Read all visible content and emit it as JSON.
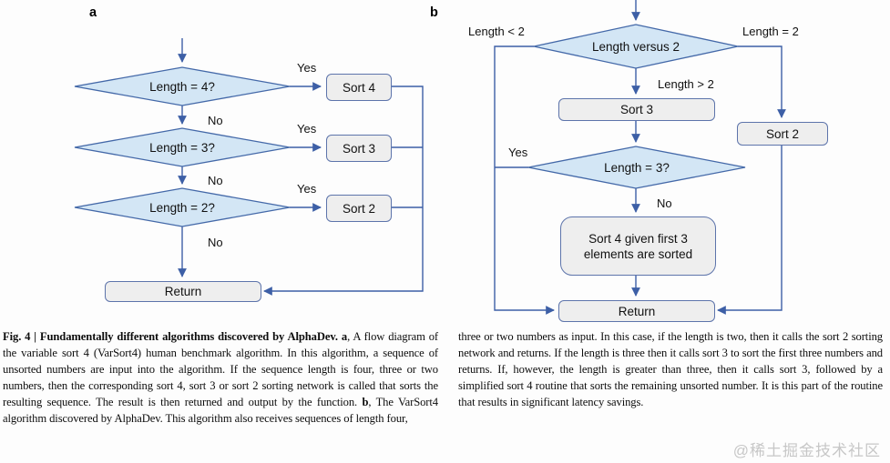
{
  "colors": {
    "line-color": "#3d5fa6",
    "diamond-fill": "#d3e6f5",
    "diamond-stroke": "#4368a8",
    "box-fill": "#eeeeee",
    "box-stroke": "#5d74ab"
  },
  "panel_a": {
    "label": "a",
    "nodes": {
      "cond_len4": "Length = 4?",
      "cond_len3": "Length = 3?",
      "cond_len2": "Length = 2?",
      "sort4": "Sort 4",
      "sort3": "Sort 3",
      "sort2": "Sort 2",
      "return": "Return"
    },
    "edge_labels": {
      "yes1": "Yes",
      "no1": "No",
      "yes2": "Yes",
      "no2": "No",
      "yes3": "Yes",
      "no3": "No"
    }
  },
  "panel_b": {
    "label": "b",
    "nodes": {
      "cond_versus2": "Length versus 2",
      "sort3": "Sort 3",
      "sort2": "Sort 2",
      "cond_len3": "Length = 3?",
      "sort4_partial": "Sort 4 given first 3 elements are sorted",
      "return": "Return"
    },
    "edge_labels": {
      "lt2": "Length < 2",
      "eq2": "Length = 2",
      "gt2": "Length > 2",
      "yes": "Yes",
      "no": "No"
    }
  },
  "caption": {
    "title": "Fig. 4 | Fundamentally different algorithms discovered by AlphaDev.",
    "left_a_bold": "a",
    "left_a_text": ", A flow diagram of the variable sort 4 (VarSort4) human benchmark algorithm. In this algorithm, a sequence of unsorted numbers are input into the algorithm. If the sequence length is four, three or two numbers, then the corresponding sort 4, sort 3 or sort 2 sorting network is called that sorts the resulting sequence. The result is then returned and output by the function. ",
    "left_b_bold": "b",
    "left_b_text": ", The VarSort4 algorithm discovered by AlphaDev. This algorithm also receives sequences of length four,",
    "right_text": "three or two numbers as input. In this case, if the length is two, then it calls the sort 2 sorting network and returns. If the length is three then it calls sort 3 to sort the first three numbers and returns. If, however, the length is greater than three, then it calls sort 3, followed by a simplified sort 4 routine that sorts the remaining unsorted number. It is this part of the routine that results in significant latency savings."
  },
  "watermark": "@稀土掘金技术社区"
}
